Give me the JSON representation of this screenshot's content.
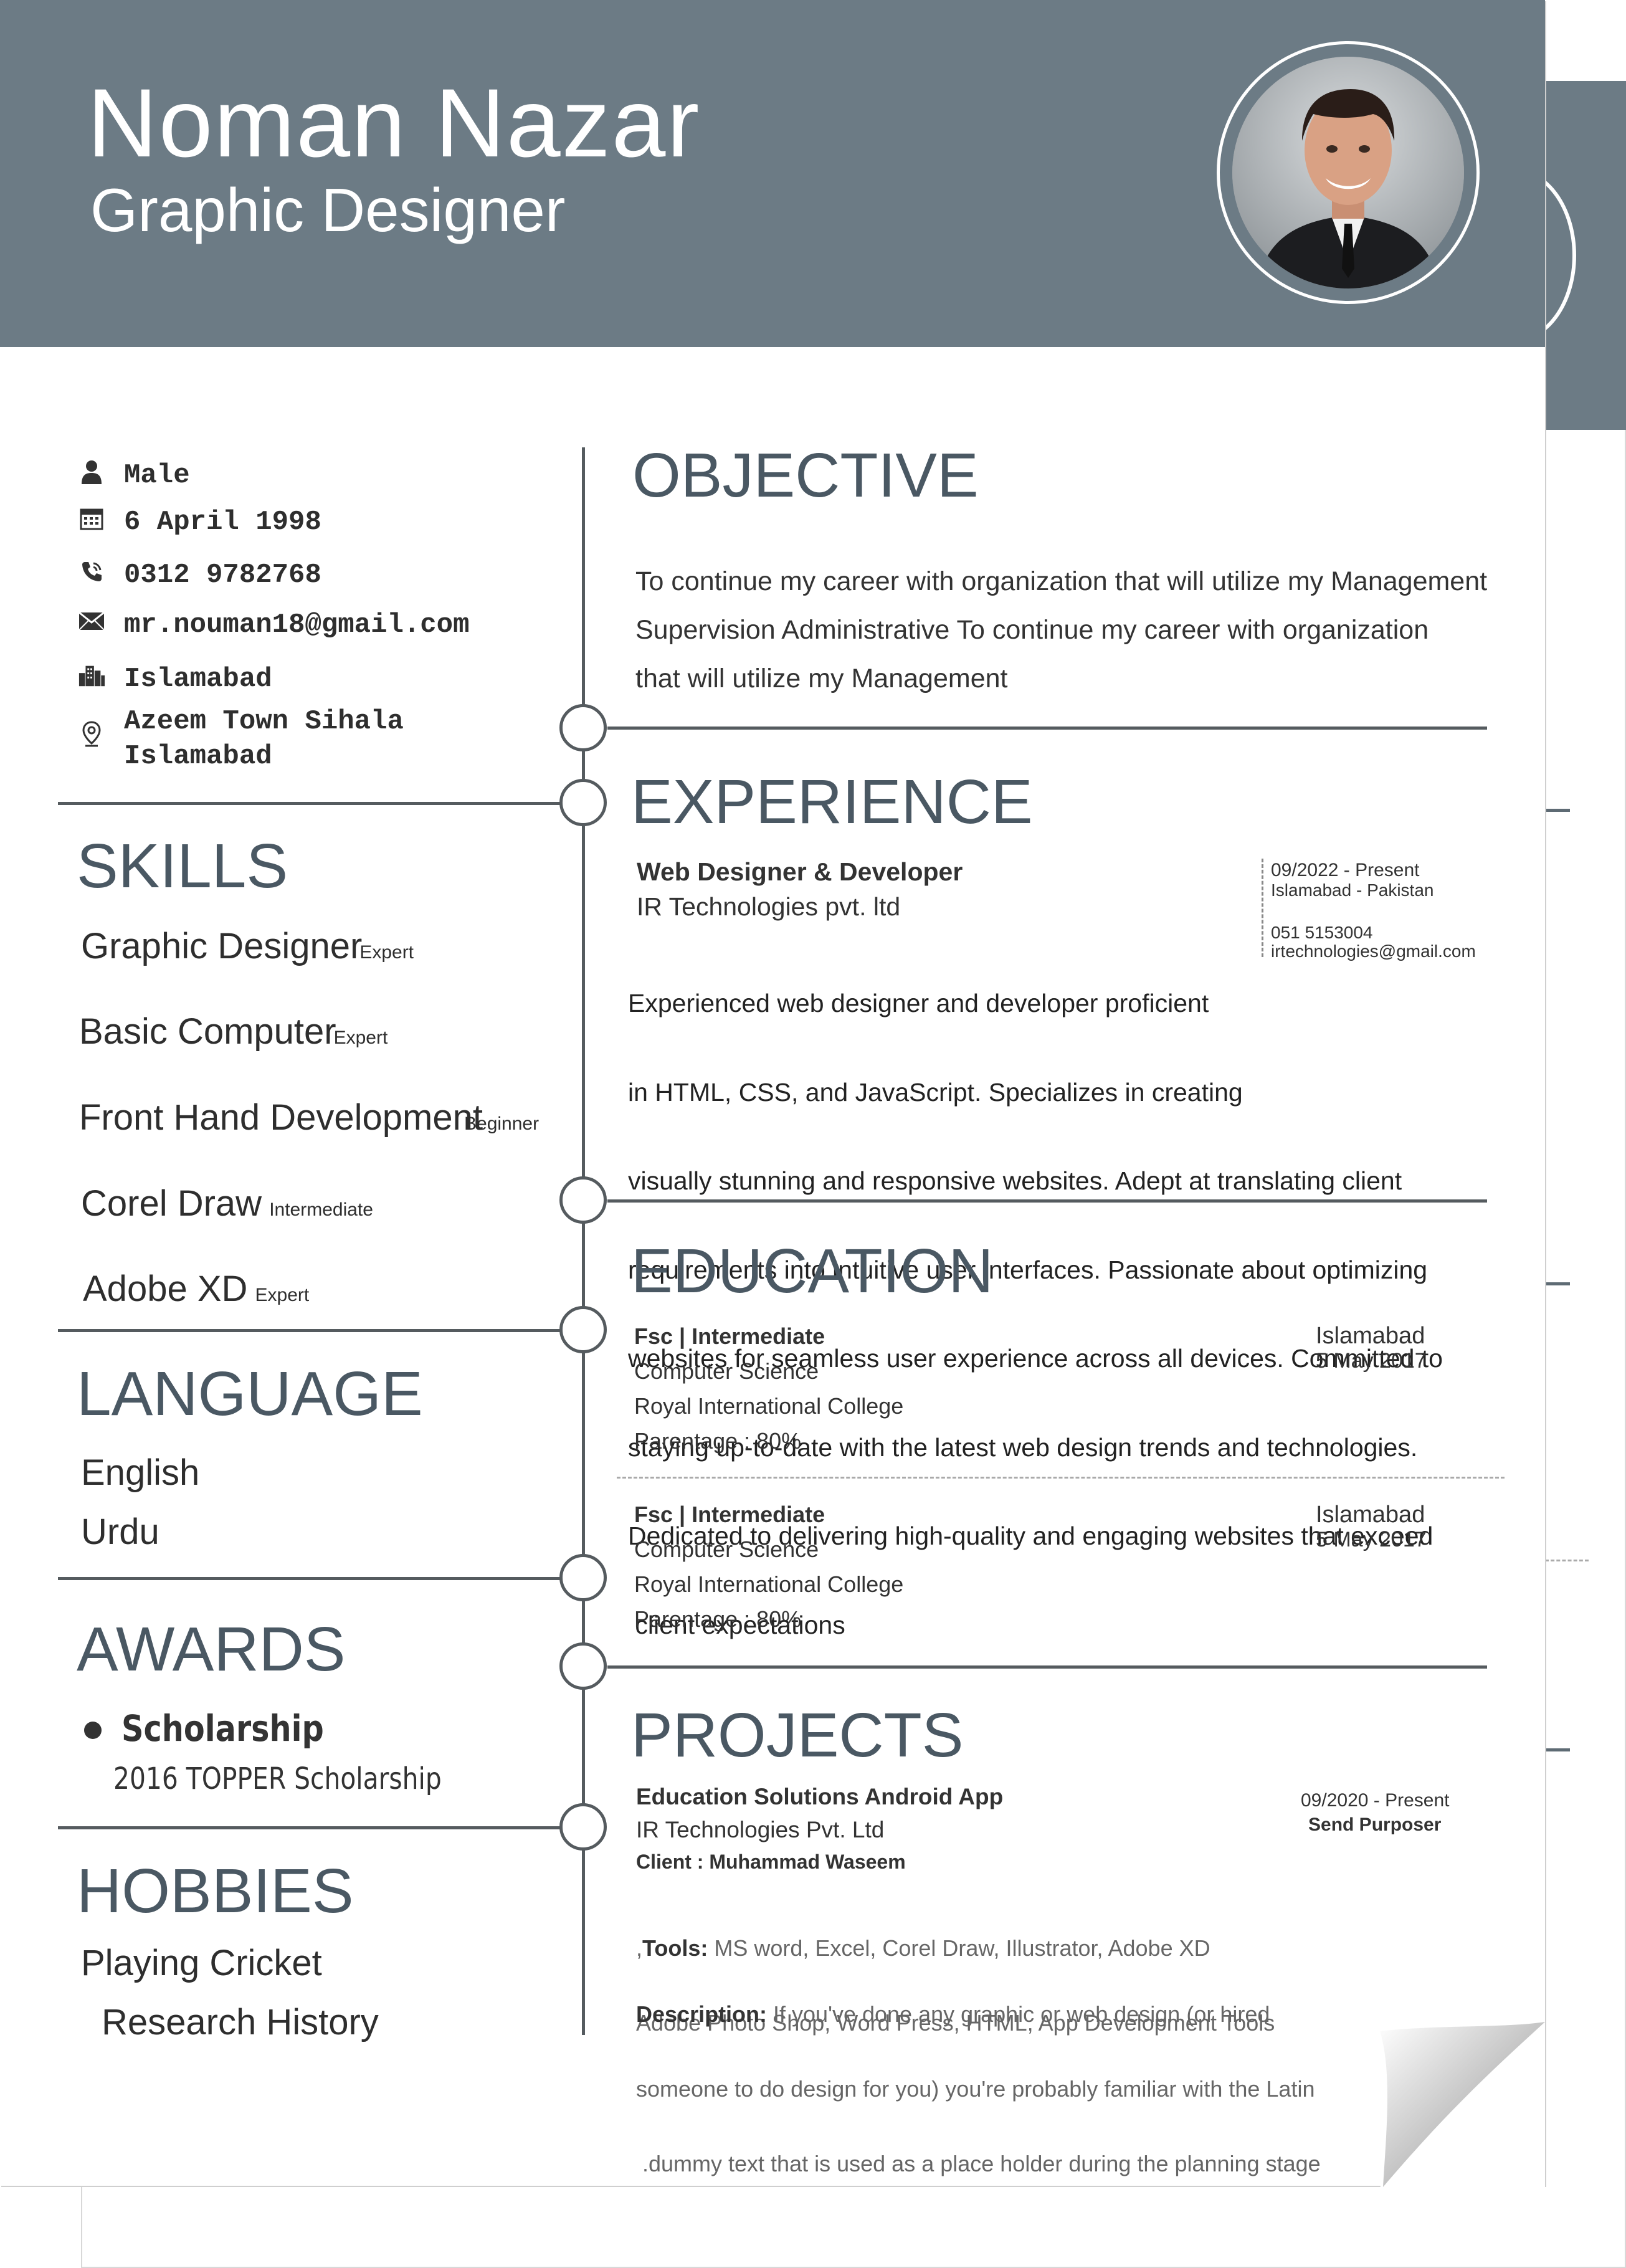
{
  "header": {
    "name": "Noman Nazar",
    "role": "Graphic Designer"
  },
  "contact": {
    "gender": "Male",
    "dob": "6 April 1998",
    "phone": "0312 9782768",
    "email": "mr.nouman18@gmail.com",
    "city": "Islamabad",
    "address_line1": "Azeem Town Sihala",
    "address_line2": "Islamabad"
  },
  "skills": {
    "title": "SKILLS",
    "items": [
      {
        "name": "Graphic Designer",
        "level": "Expert"
      },
      {
        "name": "Basic Computer",
        "level": "Expert"
      },
      {
        "name": "Front Hand Development",
        "level": "Beginner"
      },
      {
        "name": "Corel Draw",
        "level": "Intermediate"
      },
      {
        "name": "Adobe XD",
        "level": "Expert"
      }
    ]
  },
  "language": {
    "title": "LANGUAGE",
    "items": [
      "English",
      "Urdu"
    ]
  },
  "awards": {
    "title": "AWARDS",
    "name": "Scholarship",
    "detail": "2016 TOPPER Scholarship"
  },
  "hobbies": {
    "title": "HOBBIES",
    "items": [
      "Playing Cricket",
      "Research History"
    ]
  },
  "objective": {
    "title": "OBJECTIVE",
    "lines": [
      "To continue my career with organization that will utilize my Management",
      "Supervision Administrative To continue my career with organization",
      "that will utilize my Management"
    ]
  },
  "experience": {
    "title": "EXPERIENCE",
    "job_title": "Web Designer & Developer",
    "company": "IR Technologies pvt. ltd",
    "period": "09/2022 - Present",
    "location": "Islamabad - Pakistan",
    "phone": "051 5153004",
    "email": "irtechnologies@gmail.com",
    "description_lines": [
      "Experienced web designer and developer proficient",
      "in HTML, CSS, and JavaScript. Specializes in creating",
      "visually stunning and responsive websites. Adept at translating client",
      "requirements into intuitive user interfaces. Passionate about optimizing",
      "websites for seamless user experience across all devices. Committed to",
      "staying up-to-date with the latest web design trends and technologies.",
      "Dedicated to delivering high-quality and engaging websites that exceed",
      " client expectations"
    ]
  },
  "education": {
    "title": "EDUCATION",
    "entries": [
      {
        "degree": "Fsc | Intermediate",
        "field": "Computer Science",
        "school": "Royal International College",
        "score": "Parentage : 80%",
        "city": "Islamabad",
        "date": "5 May 2017"
      },
      {
        "degree": "Fsc | Intermediate",
        "field": "Computer Science",
        "school": "Royal International College",
        "score": "Parentage : 80%",
        "city": "Islamabad",
        "date": "5 May 2017"
      }
    ]
  },
  "projects": {
    "title": "PROJECTS",
    "name": "Education Solutions Android App",
    "company": "IR Technologies Pvt. Ltd",
    "client": "Client : Muhammad Waseem",
    "period": "09/2020 - Present",
    "status": "Send Purposer",
    "tools_label": "Tools:",
    "tools_prefix": ",",
    "tools_line1": " MS word, Excel, Corel Draw, Illustrator, Adobe XD",
    "tools_line2": "Adobe Photo Shop, Word Press, HTML, App Development Tools",
    "desc_label": "Description:",
    "desc_line1": " If you've done any graphic or web design (or hired",
    "desc_line2": "someone to do design for you) you're probably familiar with the Latin",
    "desc_line3": ".dummy text that is used as a place holder during the planning stage"
  },
  "icons": [
    "user-icon",
    "calendar-icon",
    "phone-icon",
    "mail-icon",
    "building-icon",
    "location-pin-icon"
  ]
}
